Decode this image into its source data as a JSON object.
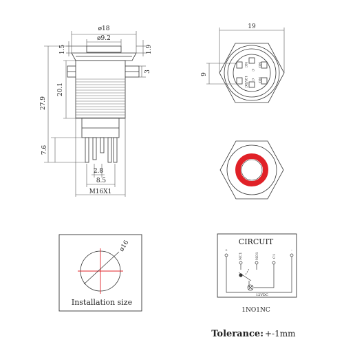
{
  "side_view": {
    "dims": {
      "overall_width": "ø18",
      "button_diameter": "ø9.2",
      "ring_height": "1.5",
      "bezel_height": "1.9",
      "nut_thickness": "3",
      "body_length": "20.1",
      "total_length": "27.9",
      "terminal_length": "7.6",
      "terminal_pitch": "2.8",
      "terminal_span": "8.5",
      "thread": "M16X1"
    }
  },
  "top_view": {
    "dims": {
      "width": "19",
      "height": "9"
    },
    "terminal_labels": [
      "NC",
      "C",
      "NO",
      "12VDC",
      "C",
      "NO"
    ]
  },
  "front_view": {
    "ring_color": "#e02127"
  },
  "installation": {
    "hole_label": "ø16",
    "caption": "Installation size"
  },
  "circuit": {
    "title": "CIRCUIT",
    "pins": [
      "+",
      "NC1",
      "NO1",
      "C1",
      "-"
    ],
    "lamp_label": "12VDC",
    "footer": "1NO1NC"
  },
  "tolerance": {
    "label": "Tolerance:",
    "value": "+-1mm"
  }
}
